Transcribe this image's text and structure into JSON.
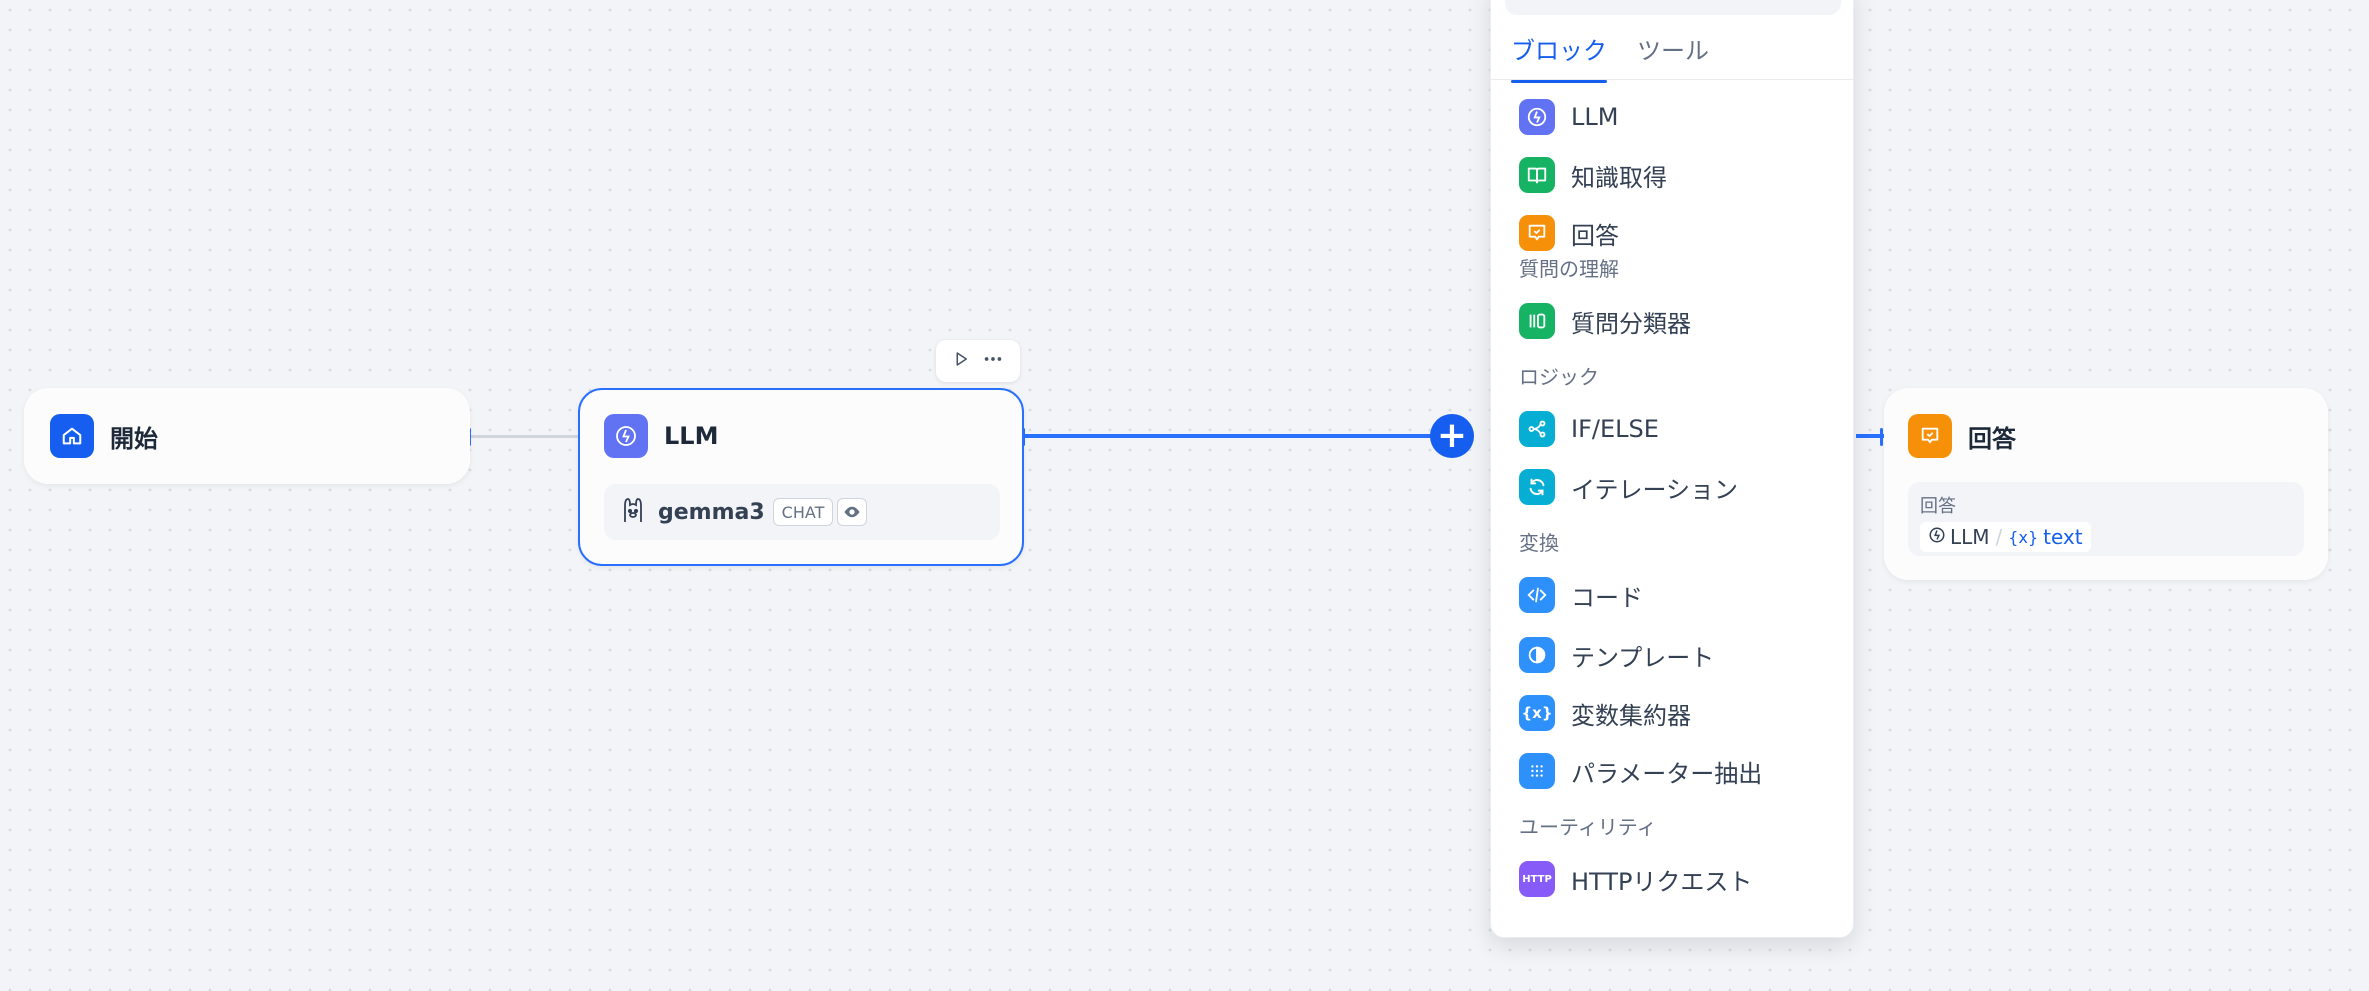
{
  "colors": {
    "canvas_bg": "#f2f4f7",
    "accent": "#155eef",
    "edge_active": "#2970ff",
    "start_icon": "#155eef",
    "llm_icon": "#6172f3",
    "knowledge_icon": "#16b364",
    "answer_icon": "#f79009",
    "ifelse_icon": "#06aed4",
    "code_icon": "#2e90fa",
    "http_icon": "#875bf7"
  },
  "nodes": {
    "start": {
      "title": "開始",
      "icon": "home-icon"
    },
    "llm": {
      "title": "LLM",
      "icon": "llm-icon",
      "model_name": "gemma3",
      "mode_badge": "CHAT",
      "vision_icon": "eye-icon",
      "provider_icon": "ollama-icon"
    },
    "answer": {
      "title": "回答",
      "icon": "answer-icon",
      "field_label": "回答",
      "var_node": "LLM",
      "var_separator": "/",
      "var_symbol": "{x}",
      "var_name": "text"
    }
  },
  "node_toolbar": {
    "run_icon": "play-icon",
    "more_icon": "more-dots-icon"
  },
  "add_button": {
    "label": "+"
  },
  "block_panel": {
    "tabs": [
      {
        "label": "ブロック",
        "active": true
      },
      {
        "label": "ツール",
        "active": false
      }
    ],
    "items_top": [
      {
        "label": "LLM",
        "icon": "llm-icon"
      },
      {
        "label": "知識取得",
        "icon": "book-icon"
      },
      {
        "label": "回答",
        "icon": "answer-icon"
      }
    ],
    "sections": [
      {
        "title": "質問の理解",
        "items": [
          {
            "label": "質問分類器",
            "icon": "classifier-icon"
          }
        ]
      },
      {
        "title": "ロジック",
        "items": [
          {
            "label": "IF/ELSE",
            "icon": "branch-icon"
          },
          {
            "label": "イテレーション",
            "icon": "loop-icon"
          }
        ]
      },
      {
        "title": "変換",
        "items": [
          {
            "label": "コード",
            "icon": "code-icon"
          },
          {
            "label": "テンプレート",
            "icon": "template-icon"
          },
          {
            "label": "変数集約器",
            "icon": "variable-icon"
          },
          {
            "label": "パラメーター抽出",
            "icon": "extract-icon"
          }
        ]
      },
      {
        "title": "ユーティリティ",
        "items": [
          {
            "label": "HTTPリクエスト",
            "icon": "http-icon",
            "icon_text": "HTTP"
          }
        ]
      }
    ]
  }
}
